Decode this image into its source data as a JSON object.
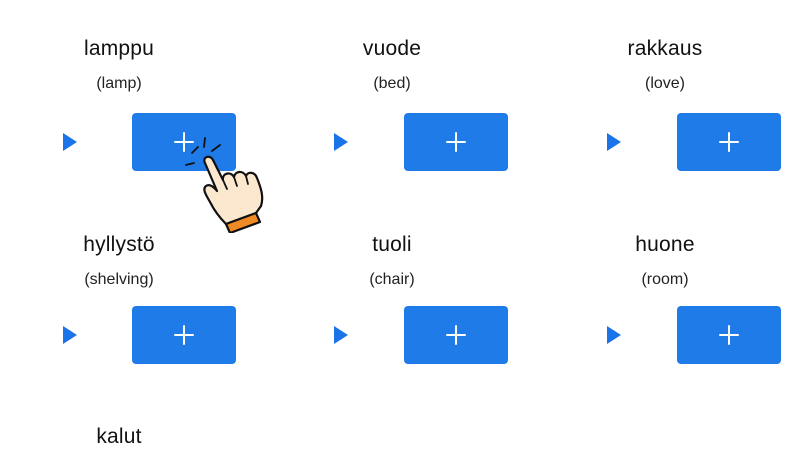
{
  "cards": [
    {
      "word": "lamppu",
      "translation": "(lamp)"
    },
    {
      "word": "vuode",
      "translation": "(bed)"
    },
    {
      "word": "rakkaus",
      "translation": "(love)"
    },
    {
      "word": "hyllystö",
      "translation": "(shelving)"
    },
    {
      "word": "tuoli",
      "translation": "(chair)"
    },
    {
      "word": "huone",
      "translation": "(room)"
    },
    {
      "word": "kalut",
      "translation": ""
    }
  ],
  "add_button_label": "+",
  "play_icon": "play-triangle-icon",
  "cursor_icon": "pointing-hand-icon",
  "colors": {
    "accent": "#1e7be8",
    "play": "#1a73e8",
    "cuff": "#f08a24"
  }
}
